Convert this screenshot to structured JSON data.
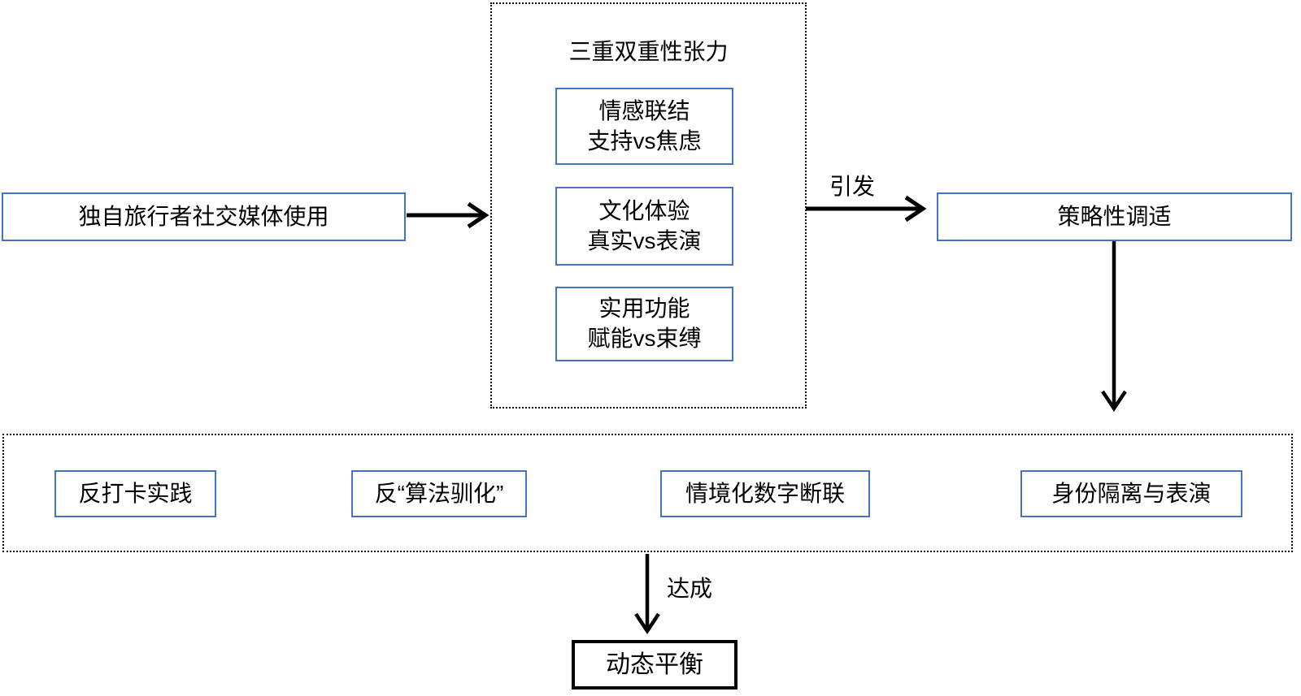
{
  "diagram": {
    "colors": {
      "accent_blue": "#4472C4",
      "line_black": "#000000",
      "background": "#FFFFFF"
    },
    "source_node": {
      "label": "独自旅行者社交媒体使用"
    },
    "tension_group": {
      "title": "三重双重性张力",
      "items": [
        {
          "line1": "情感联结",
          "line2": "支持vs焦虑"
        },
        {
          "line1": "文化体验",
          "line2": "真实vs表演"
        },
        {
          "line1": "实用功能",
          "line2": "赋能vs束缚"
        }
      ]
    },
    "trigger_label": "引发",
    "adaptation_node": {
      "label": "策略性调适"
    },
    "strategy_group": {
      "items": [
        {
          "label": "反打卡实践"
        },
        {
          "label": "反“算法驯化”"
        },
        {
          "label": "情境化数字断联"
        },
        {
          "label": "身份隔离与表演"
        }
      ]
    },
    "achieve_label": "达成",
    "outcome_node": {
      "label": "动态平衡"
    }
  }
}
